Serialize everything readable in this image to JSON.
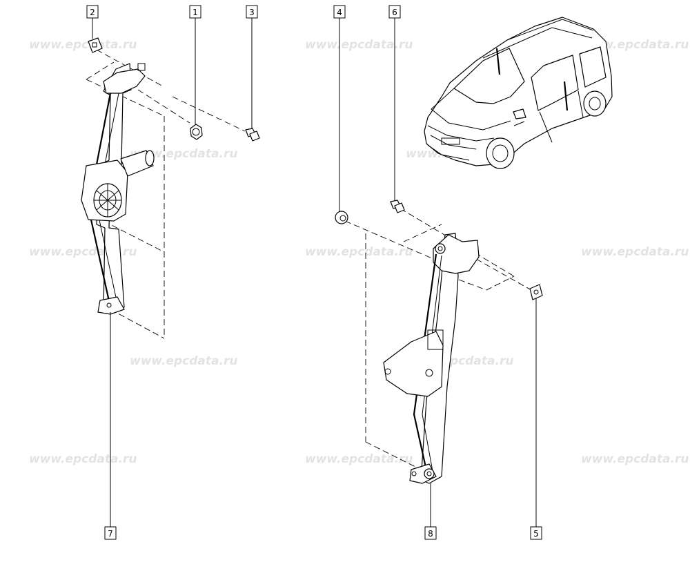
{
  "watermark": {
    "text": "www.epcdata.ru",
    "color": "#e3e3e3"
  },
  "callouts": [
    {
      "id": "c1",
      "label": "1"
    },
    {
      "id": "c2",
      "label": "2"
    },
    {
      "id": "c3",
      "label": "3"
    },
    {
      "id": "c4",
      "label": "4"
    },
    {
      "id": "c5",
      "label": "5"
    },
    {
      "id": "c6",
      "label": "6"
    },
    {
      "id": "c7",
      "label": "7"
    },
    {
      "id": "c8",
      "label": "8"
    }
  ],
  "parts": [
    {
      "name": "front-window-regulator-with-motor",
      "icon": "window-regulator-icon"
    },
    {
      "name": "rear-window-regulator",
      "icon": "window-regulator-icon"
    },
    {
      "name": "nut",
      "icon": "nut-icon"
    },
    {
      "name": "bolt",
      "icon": "bolt-icon"
    },
    {
      "name": "clip",
      "icon": "clip-icon"
    },
    {
      "name": "vehicle",
      "icon": "car-icon"
    }
  ]
}
